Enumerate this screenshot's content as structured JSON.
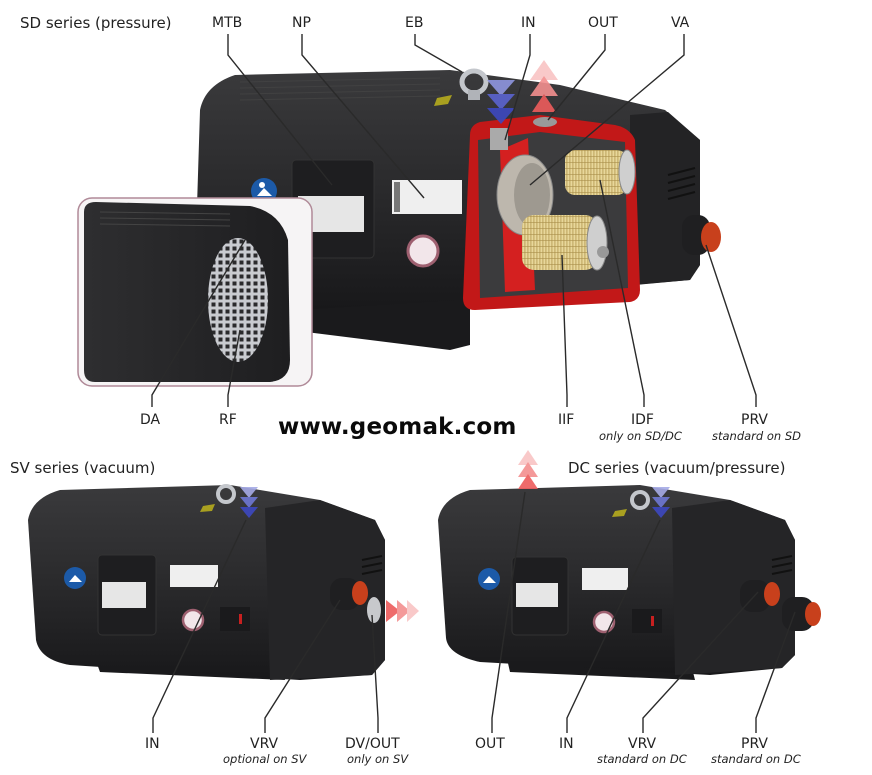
{
  "watermark": "www.geomak.com",
  "colors": {
    "body": "#2b2b2d",
    "body_dark": "#1c1c1e",
    "cutaway_red": "#d21f1f",
    "filter_yellow": "#e3cf8a",
    "inlet_blue": "#4a56c9",
    "outlet_red": "#f07070",
    "safety_blue": "#1c5aa8",
    "valve_red": "#c8401c"
  },
  "sd": {
    "title": "SD series (pressure)",
    "labels": {
      "mtb": "MTB",
      "np": "NP",
      "eb": "EB",
      "in": "IN",
      "out": "OUT",
      "va": "VA",
      "da": "DA",
      "rf": "RF",
      "iif": "IIF",
      "idf": "IDF",
      "idf_note": "only on SD/DC",
      "prv": "PRV",
      "prv_note": "standard on SD"
    }
  },
  "sv": {
    "title": "SV series (vacuum)",
    "labels": {
      "in": "IN",
      "vrv": "VRV",
      "vrv_note": "optional on SV",
      "dvout": "DV/OUT",
      "dvout_note": "only on SV"
    }
  },
  "dc": {
    "title": "DC series (vacuum/pressure)",
    "labels": {
      "out": "OUT",
      "in": "IN",
      "vrv": "VRV",
      "vrv_note": "standard on DC",
      "prv": "PRV",
      "prv_note": "standard on DC"
    }
  }
}
